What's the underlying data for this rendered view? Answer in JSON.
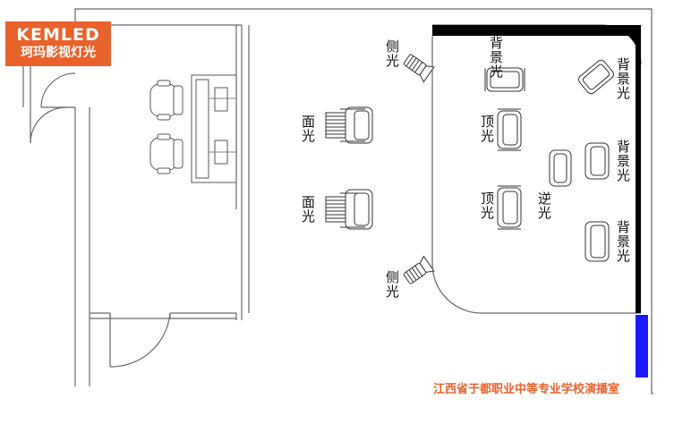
{
  "logo": {
    "brand": "KEMLED",
    "subtitle": "珂玛影视灯光"
  },
  "caption": "江西省于都职业中等专业学校演播室",
  "labels": {
    "side_light": "侧光",
    "face_light": "面光",
    "top_light": "顶光",
    "back_light": "背景光",
    "reverse_light": "逆光"
  },
  "colors": {
    "brand": "#e8622a",
    "wall": "#555555",
    "black_bar": "#000000",
    "blue_bar": "#1a1aff"
  }
}
